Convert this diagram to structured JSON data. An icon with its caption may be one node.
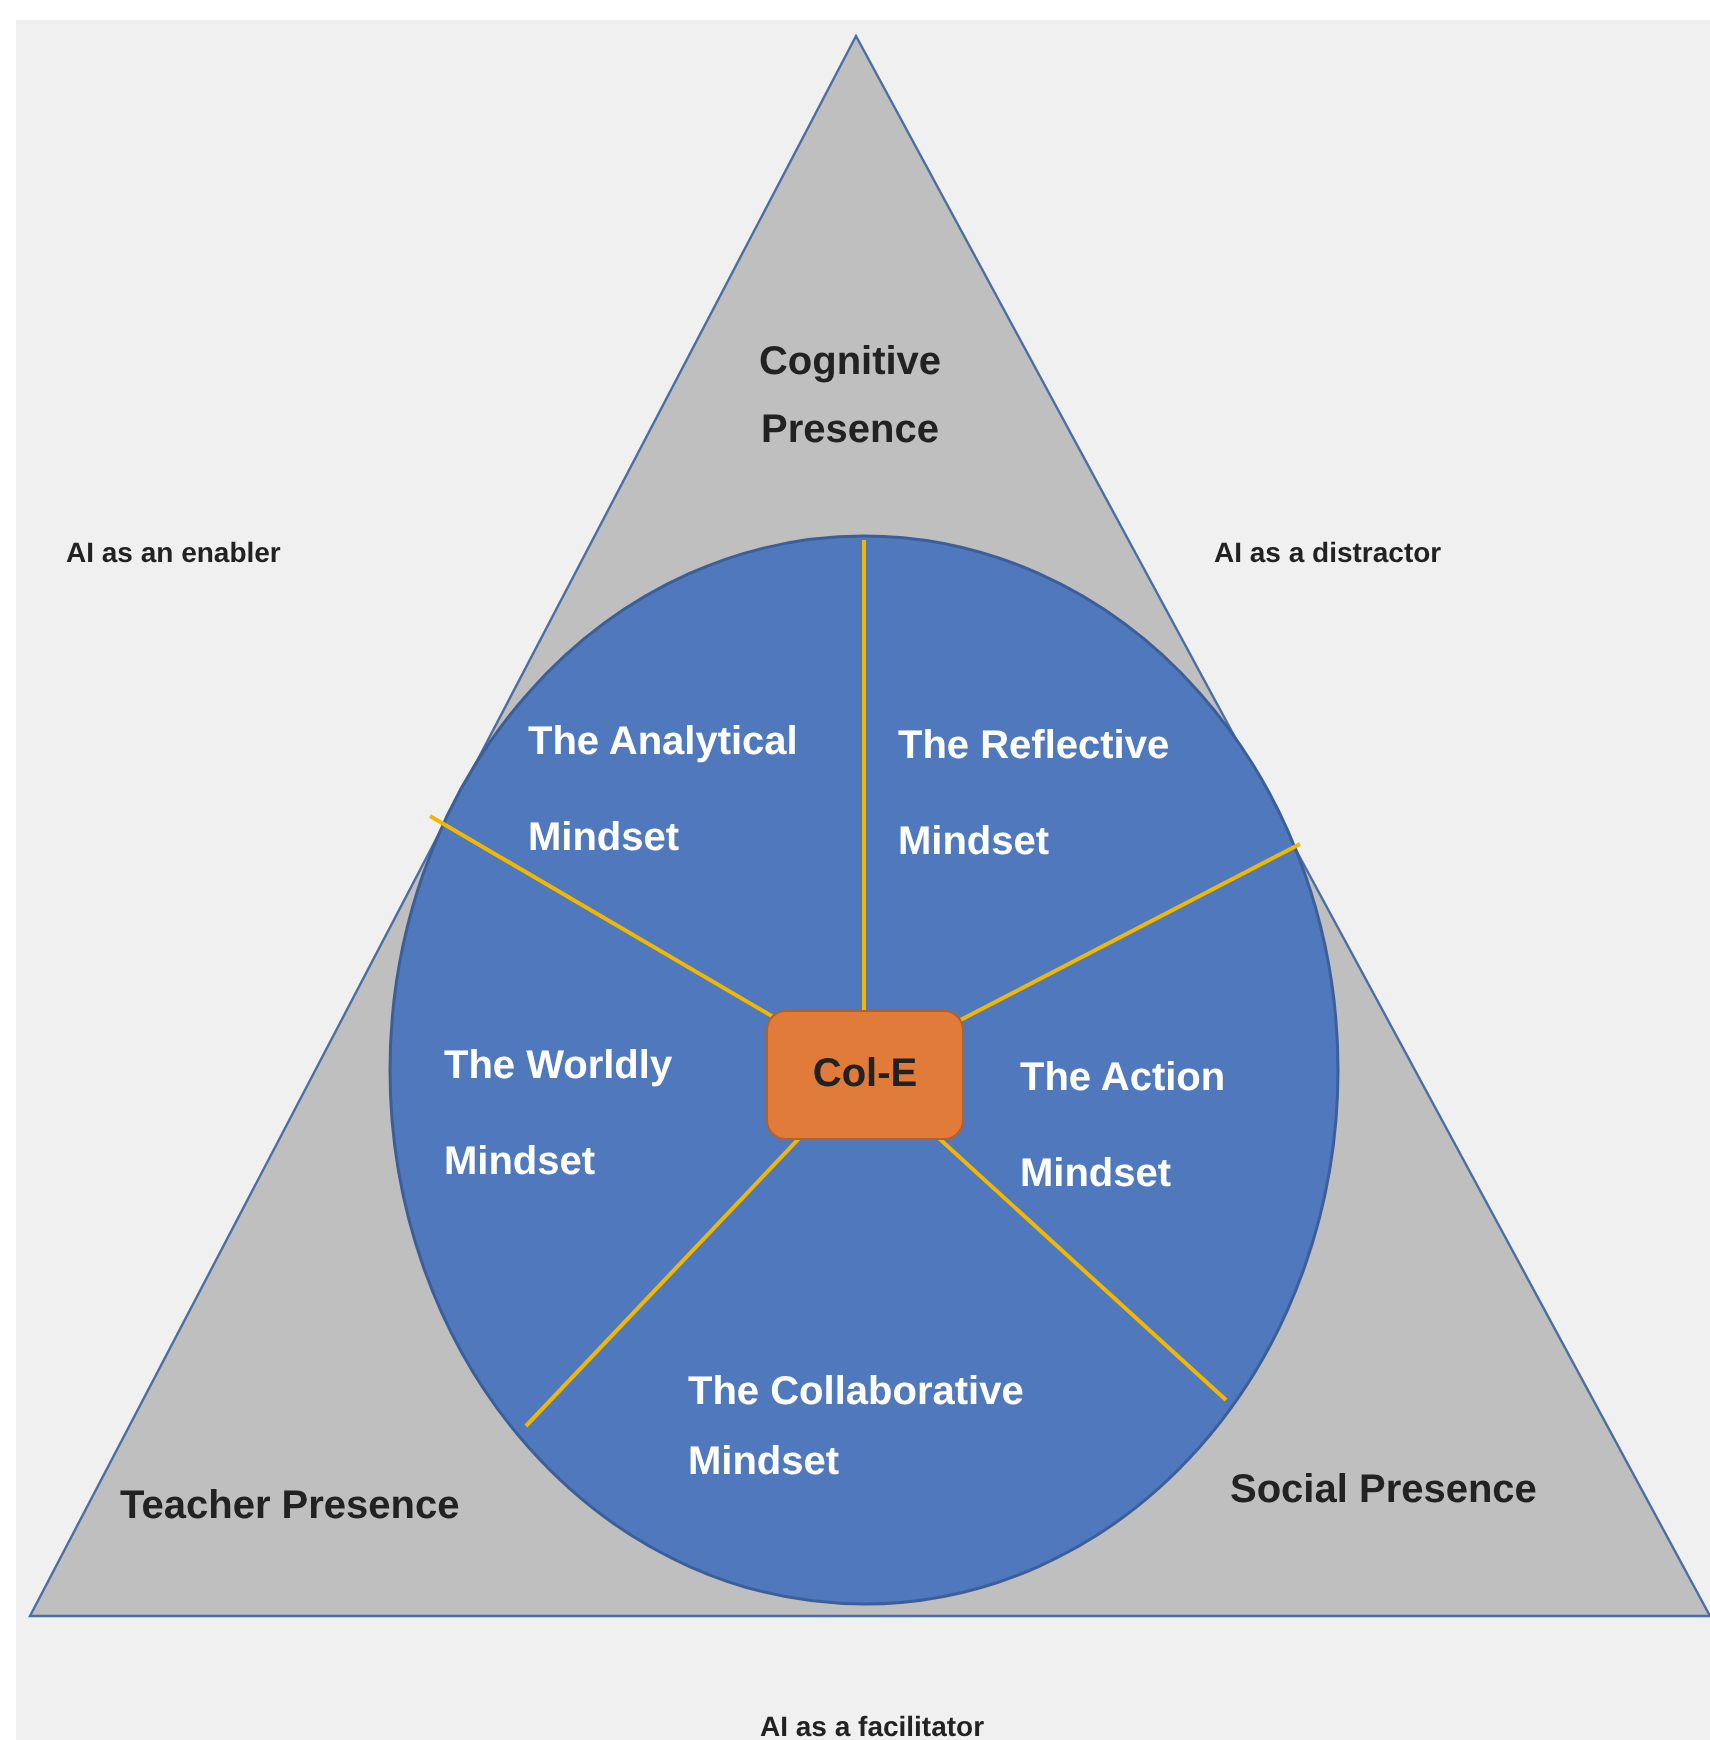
{
  "diagram": {
    "nodes": [
      {
        "text": [
          "Cognitive Presence",
          "Teacher Presence",
          "Social Presence"
        ]
      },
      {
        "text": [],
        "shape": "circle",
        "in": 0
      },
      {
        "text": [
          "The Analytical Mindset"
        ],
        "in": 1
      },
      {
        "text": [
          "The Reflective Mindset"
        ],
        "in": 1
      },
      {
        "text": [
          "The Worldly Mindset"
        ],
        "in": 1
      },
      {
        "text": [
          "Col-E"
        ],
        "in": 1
      },
      {
        "text": [
          "The Action Mindset"
        ],
        "in": 1
      },
      {
        "text": [
          "The Collaborative Mindset"
        ],
        "in": 1
      }
    ],
    "edges": [],
    "labels": [
      "AI as an enabler",
      "AI as a distractor",
      "AI as a facilitator"
    ]
  }
}
